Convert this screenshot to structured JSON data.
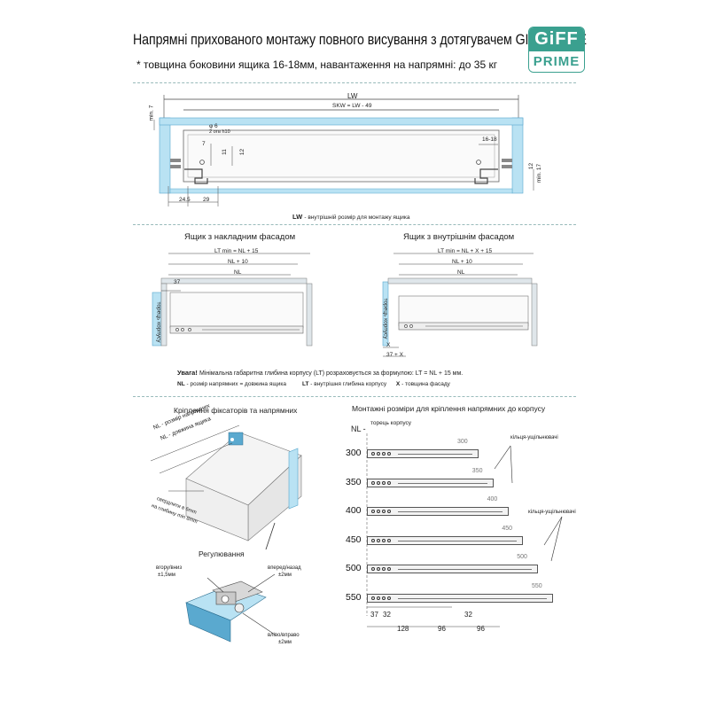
{
  "header": {
    "title": "Напрямні прихованого монтажу повного висування з дотягувачем GIFF PRIME",
    "subtitle": "* товщина боковини ящика 16-18мм, навантаження на напрямні: до 35 кг",
    "logo_top": "GiFF",
    "logo_bottom": "PRIME"
  },
  "top_section": {
    "lw_label": "LW",
    "skw_label": "SKW = LW - 49",
    "phi6": "φ 6",
    "phi6_sub": "2 отв h10",
    "dim_7": "7",
    "dim_11": "11",
    "dim_12": "12",
    "dim_1618": "16-18",
    "dim_12r": "12",
    "min17_right": "min. 17",
    "min7_left": "min. 7",
    "dim_245": "24.5",
    "dim_29": "29",
    "legend_key": "LW",
    "legend_text": "- внутрішній розмір для монтажу ящика"
  },
  "mid_section": {
    "left_title": "Ящик з накладним фасадом",
    "right_title": "Ящик з внутрішнім фасадом",
    "left_lt": "LT min = NL + 15",
    "left_nl10": "NL + 10",
    "left_nl": "NL",
    "left_37": "37",
    "right_lt": "LT min = NL + X + 15",
    "right_nl10": "NL + 10",
    "right_nl": "NL",
    "right_x": "X",
    "right_37x": "37 + X",
    "side_label": "торець корпусу",
    "warning_bold": "Увага!",
    "warning_text": "Мінімальна габаритна глибина корпусу (LT) розраховується за формулою: LT = NL + 15 мм.",
    "legend_nl_key": "NL",
    "legend_nl": "- розмір напрямних = довжина ящика",
    "legend_lt_key": "LT",
    "legend_lt": "- внутрішня глибина корпусу",
    "legend_x_key": "X",
    "legend_x": "- товщина фасаду"
  },
  "bottom_left": {
    "title": "Кріплення фіксаторів та напрямних",
    "nl_size": "NL - розмір напрямних",
    "nl_len": "NL - довжина ящика",
    "drill_1": "свердлити в 6mm",
    "drill_2": "на глибину min 8mm",
    "reg_title": "Регулювання",
    "updown": "вгору/вниз",
    "updown_val": "±1,5мм",
    "fwdback": "вперед/назад",
    "fwdback_val": "±2мм",
    "leftright": "вліво/вправо",
    "leftright_val": "±2мм"
  },
  "bottom_right": {
    "title": "Монтажні розміри для кріплення напрямних до корпусу",
    "nl_label": "NL -",
    "corpus_label": "торець корпусу",
    "rings_label_1": "кільця-ущільнювачі",
    "rings_label_2": "кільця-ущільнювачі",
    "lengths": [
      "300",
      "350",
      "400",
      "450",
      "500",
      "550"
    ],
    "inner_marks": [
      "300",
      "350",
      "400",
      "450",
      "500",
      "550"
    ],
    "bottom_dims": [
      "37",
      "32",
      "128",
      "96",
      "32",
      "96"
    ]
  }
}
